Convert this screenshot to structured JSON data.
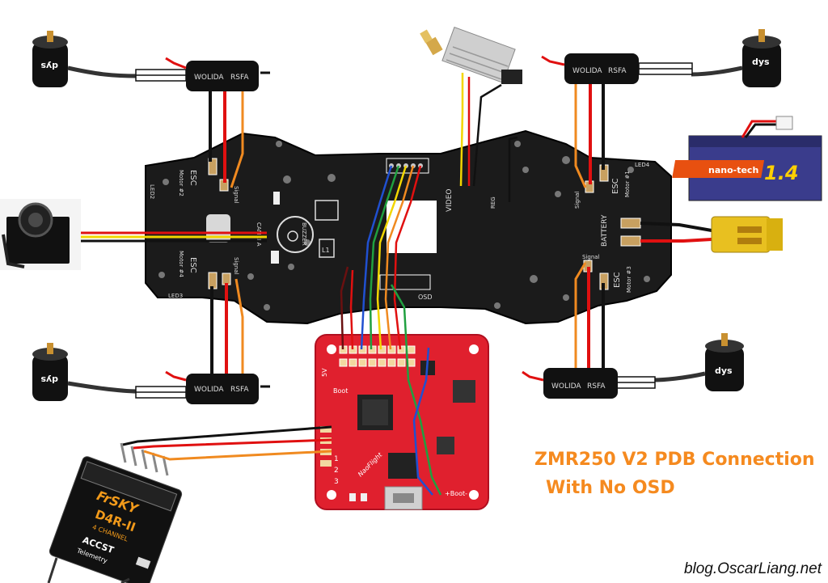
{
  "caption": {
    "line1": "ZMR250 V2 PDB Connection",
    "line2": "With  No OSD"
  },
  "credit": "blog.OscarLiang.net",
  "esc": {
    "brand": "WOLIDA",
    "model": "RSFA"
  },
  "motor_brand": "dys",
  "pdb_labels": {
    "esc": "ESC",
    "motor1": "Motor #1",
    "motor2": "Motor #2",
    "motor3": "Motor #3",
    "motor4": "Motor #4",
    "signal": "Signal",
    "video": "VIDEO",
    "battery": "BATTERY",
    "buzzer": "BUZZER",
    "osd": "OSD",
    "led2": "LED2",
    "led3": "LED3",
    "led4": "LED4",
    "reg": "REG",
    "camera": "CAMERA",
    "l1": "L1"
  },
  "fc": {
    "boot": "Boot",
    "boot2": "+Boot-",
    "name": "NaoFlight",
    "pins": [
      "1",
      "2",
      "3"
    ],
    "sv": "5V"
  },
  "receiver": {
    "brand": "FrSKY",
    "model": "D4R-II",
    "channel": "4 CHANNEL",
    "accst": "ACCST",
    "telemetry": "Telemetry"
  },
  "battery": {
    "brand": "nano-tech",
    "capacity": "1.4"
  },
  "colors": {
    "board": "#1a1a1a",
    "fc_board": "#e0202e",
    "caption": "#f58a1f",
    "wire_red": "#e01010",
    "wire_black": "#111111",
    "wire_orange": "#f08a20",
    "wire_yellow": "#f2d600",
    "wire_blue": "#2050d0",
    "wire_green": "#20a040",
    "wire_brown": "#6a1010"
  }
}
